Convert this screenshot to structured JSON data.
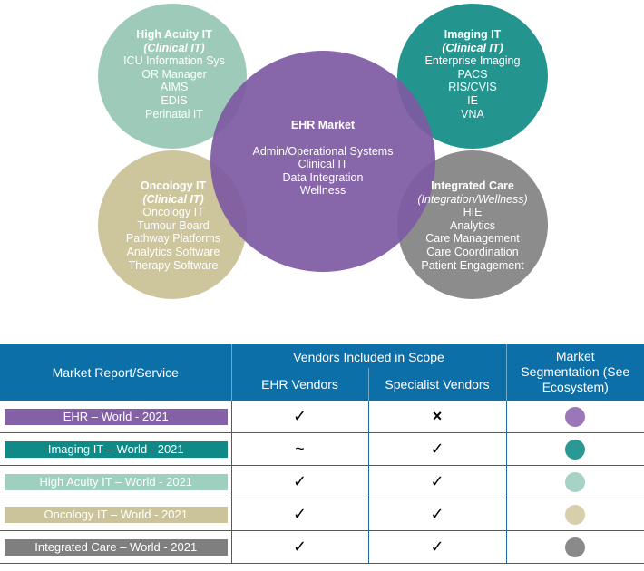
{
  "circles": {
    "high_acuity": {
      "title": "High Acuity IT",
      "subtitle": "(Clinical IT)",
      "items": [
        "ICU Information Sys",
        "OR Manager",
        "AIMS",
        "EDIS",
        "Perinatal IT"
      ],
      "color": "#9ecab9"
    },
    "imaging": {
      "title": "Imaging IT",
      "subtitle": "(Clinical IT)",
      "items": [
        "Enterprise Imaging",
        "PACS",
        "RIS/CVIS",
        "IE",
        "VNA"
      ],
      "color": "#23948e"
    },
    "ehr": {
      "title": "EHR Market",
      "items": [
        "Admin/Operational Systems",
        "Clinical IT",
        "Data Integration",
        "Wellness"
      ],
      "color": "#7e5aa2"
    },
    "oncology": {
      "title": "Oncology IT",
      "subtitle": "(Clinical IT)",
      "items": [
        "Oncology IT",
        "Tumour Board",
        "Pathway Platforms",
        "Analytics Software",
        "Therapy Software"
      ],
      "color": "#cdc59b"
    },
    "integrated": {
      "title": "Integrated Care",
      "subtitle": "(Integration/Wellness)",
      "items": [
        "HIE",
        "Analytics",
        "Care Management",
        "Care Coordination",
        "Patient Engagement"
      ],
      "color": "#8c8c8c"
    }
  },
  "table": {
    "header": {
      "report": "Market Report/Service",
      "vendors_scope": "Vendors Included in Scope",
      "ehr_vendors": "EHR Vendors",
      "specialist_vendors": "Specialist Vendors",
      "segmentation": "Market Segmentation (See Ecosystem)"
    },
    "rows": [
      {
        "label": "EHR – World - 2021",
        "color": "#8461a6",
        "ehr": "✓",
        "specialist": "×",
        "dot": "#9b76b8"
      },
      {
        "label": "Imaging IT – World - 2021",
        "color": "#0f8a86",
        "ehr": "~",
        "specialist": "✓",
        "dot": "#2a9995"
      },
      {
        "label": "High Acuity IT – World - 2021",
        "color": "#9fcfbf",
        "ehr": "✓",
        "specialist": "✓",
        "dot": "#a7d3c6"
      },
      {
        "label": "Oncology IT – World - 2021",
        "color": "#cbc49a",
        "ehr": "✓",
        "specialist": "✓",
        "dot": "#d7cfab"
      },
      {
        "label": "Integrated Care – World - 2021",
        "color": "#7f7f7f",
        "ehr": "✓",
        "specialist": "✓",
        "dot": "#8a8a8a"
      }
    ]
  }
}
